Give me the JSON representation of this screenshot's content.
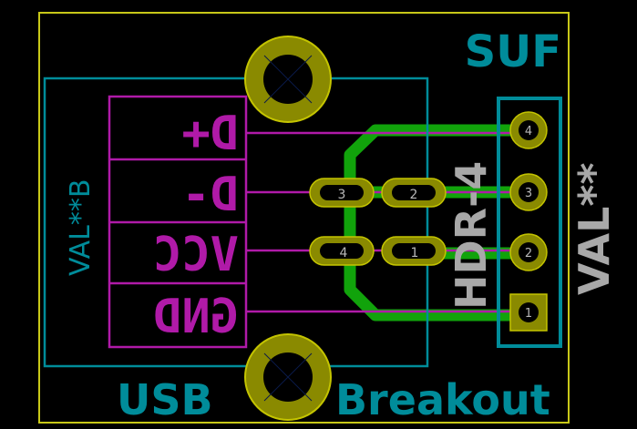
{
  "colors": {
    "background": "#000000",
    "board_outline": "#c8c818",
    "silkscreen": "#008c9a",
    "fab": "#b01aa8",
    "copper": "#11a30b",
    "pad_fill": "#8a8a00",
    "pad_ring": "#c4c400",
    "hole": "#000000",
    "ref_text": "#a8a8a8",
    "val_text": "#a8a8a8",
    "pad_number": "#b8b8b8"
  },
  "labels": {
    "corner_top": "SUF",
    "bottom_left": "USB",
    "bottom_right": "Breakout",
    "usb_value": "VAL**B",
    "header_ref": "HDR-4",
    "header_value": "VAL**"
  },
  "usb_pins": [
    {
      "label": "D+"
    },
    {
      "label": "D-"
    },
    {
      "label": "VCC"
    },
    {
      "label": "GND"
    }
  ],
  "middle_pads": [
    {
      "number": "3"
    },
    {
      "number": "2"
    },
    {
      "number": "4"
    },
    {
      "number": "1"
    }
  ],
  "header_pads": [
    {
      "number": "4"
    },
    {
      "number": "3"
    },
    {
      "number": "2"
    },
    {
      "number": "1"
    }
  ]
}
